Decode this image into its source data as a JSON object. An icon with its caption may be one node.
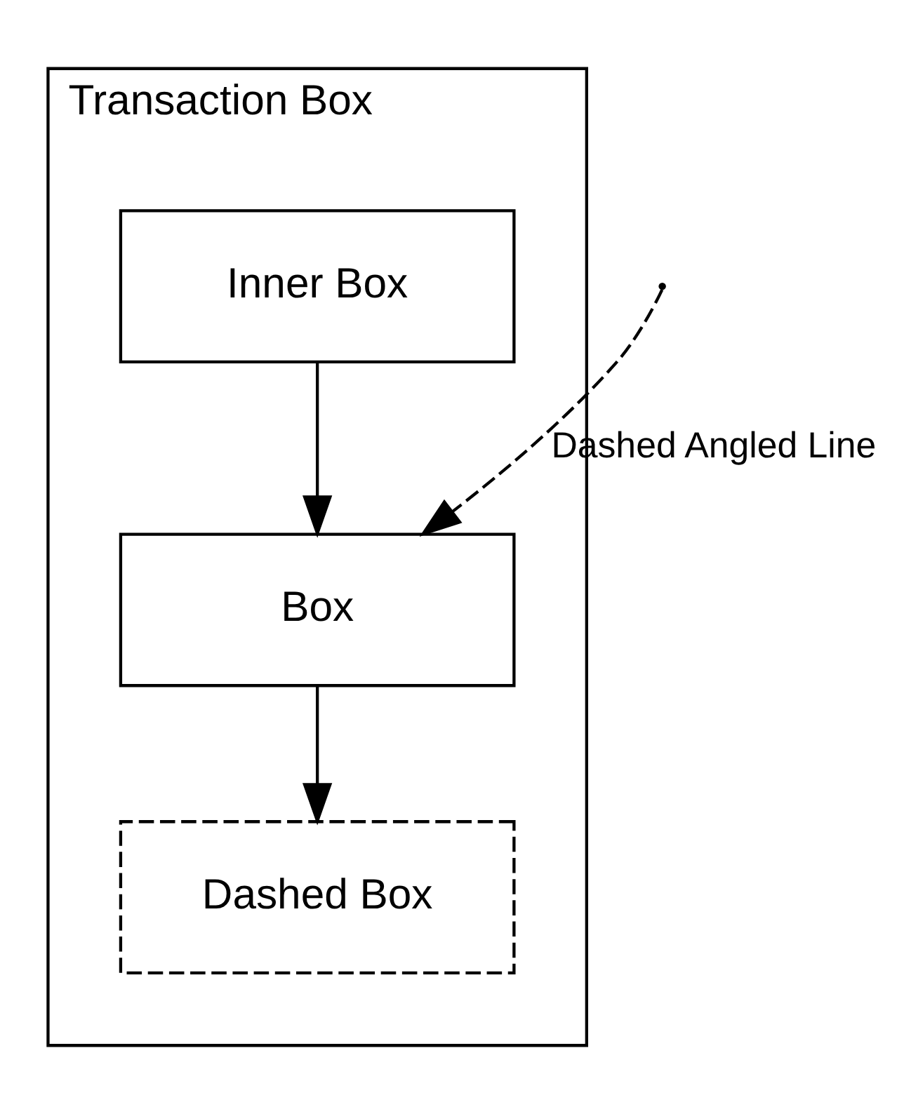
{
  "diagram": {
    "nodes": [
      {
        "text": [
          "Transaction Box"
        ]
      },
      {
        "text": [
          "Inner Box"
        ],
        "in": 0
      },
      {
        "text": [
          "Box"
        ],
        "in": 0
      },
      {
        "text": [
          "Dashed Box"
        ],
        "in": 0
      }
    ],
    "edges": [
      {
        "from": 1,
        "to": 2,
        "arrow": "to"
      },
      {
        "from": 2,
        "to": 3,
        "arrow": "to"
      },
      {
        "from": null,
        "to": 2,
        "arrow": "to",
        "label": "Dashed Angled Line",
        "style": "dashed"
      }
    ]
  }
}
